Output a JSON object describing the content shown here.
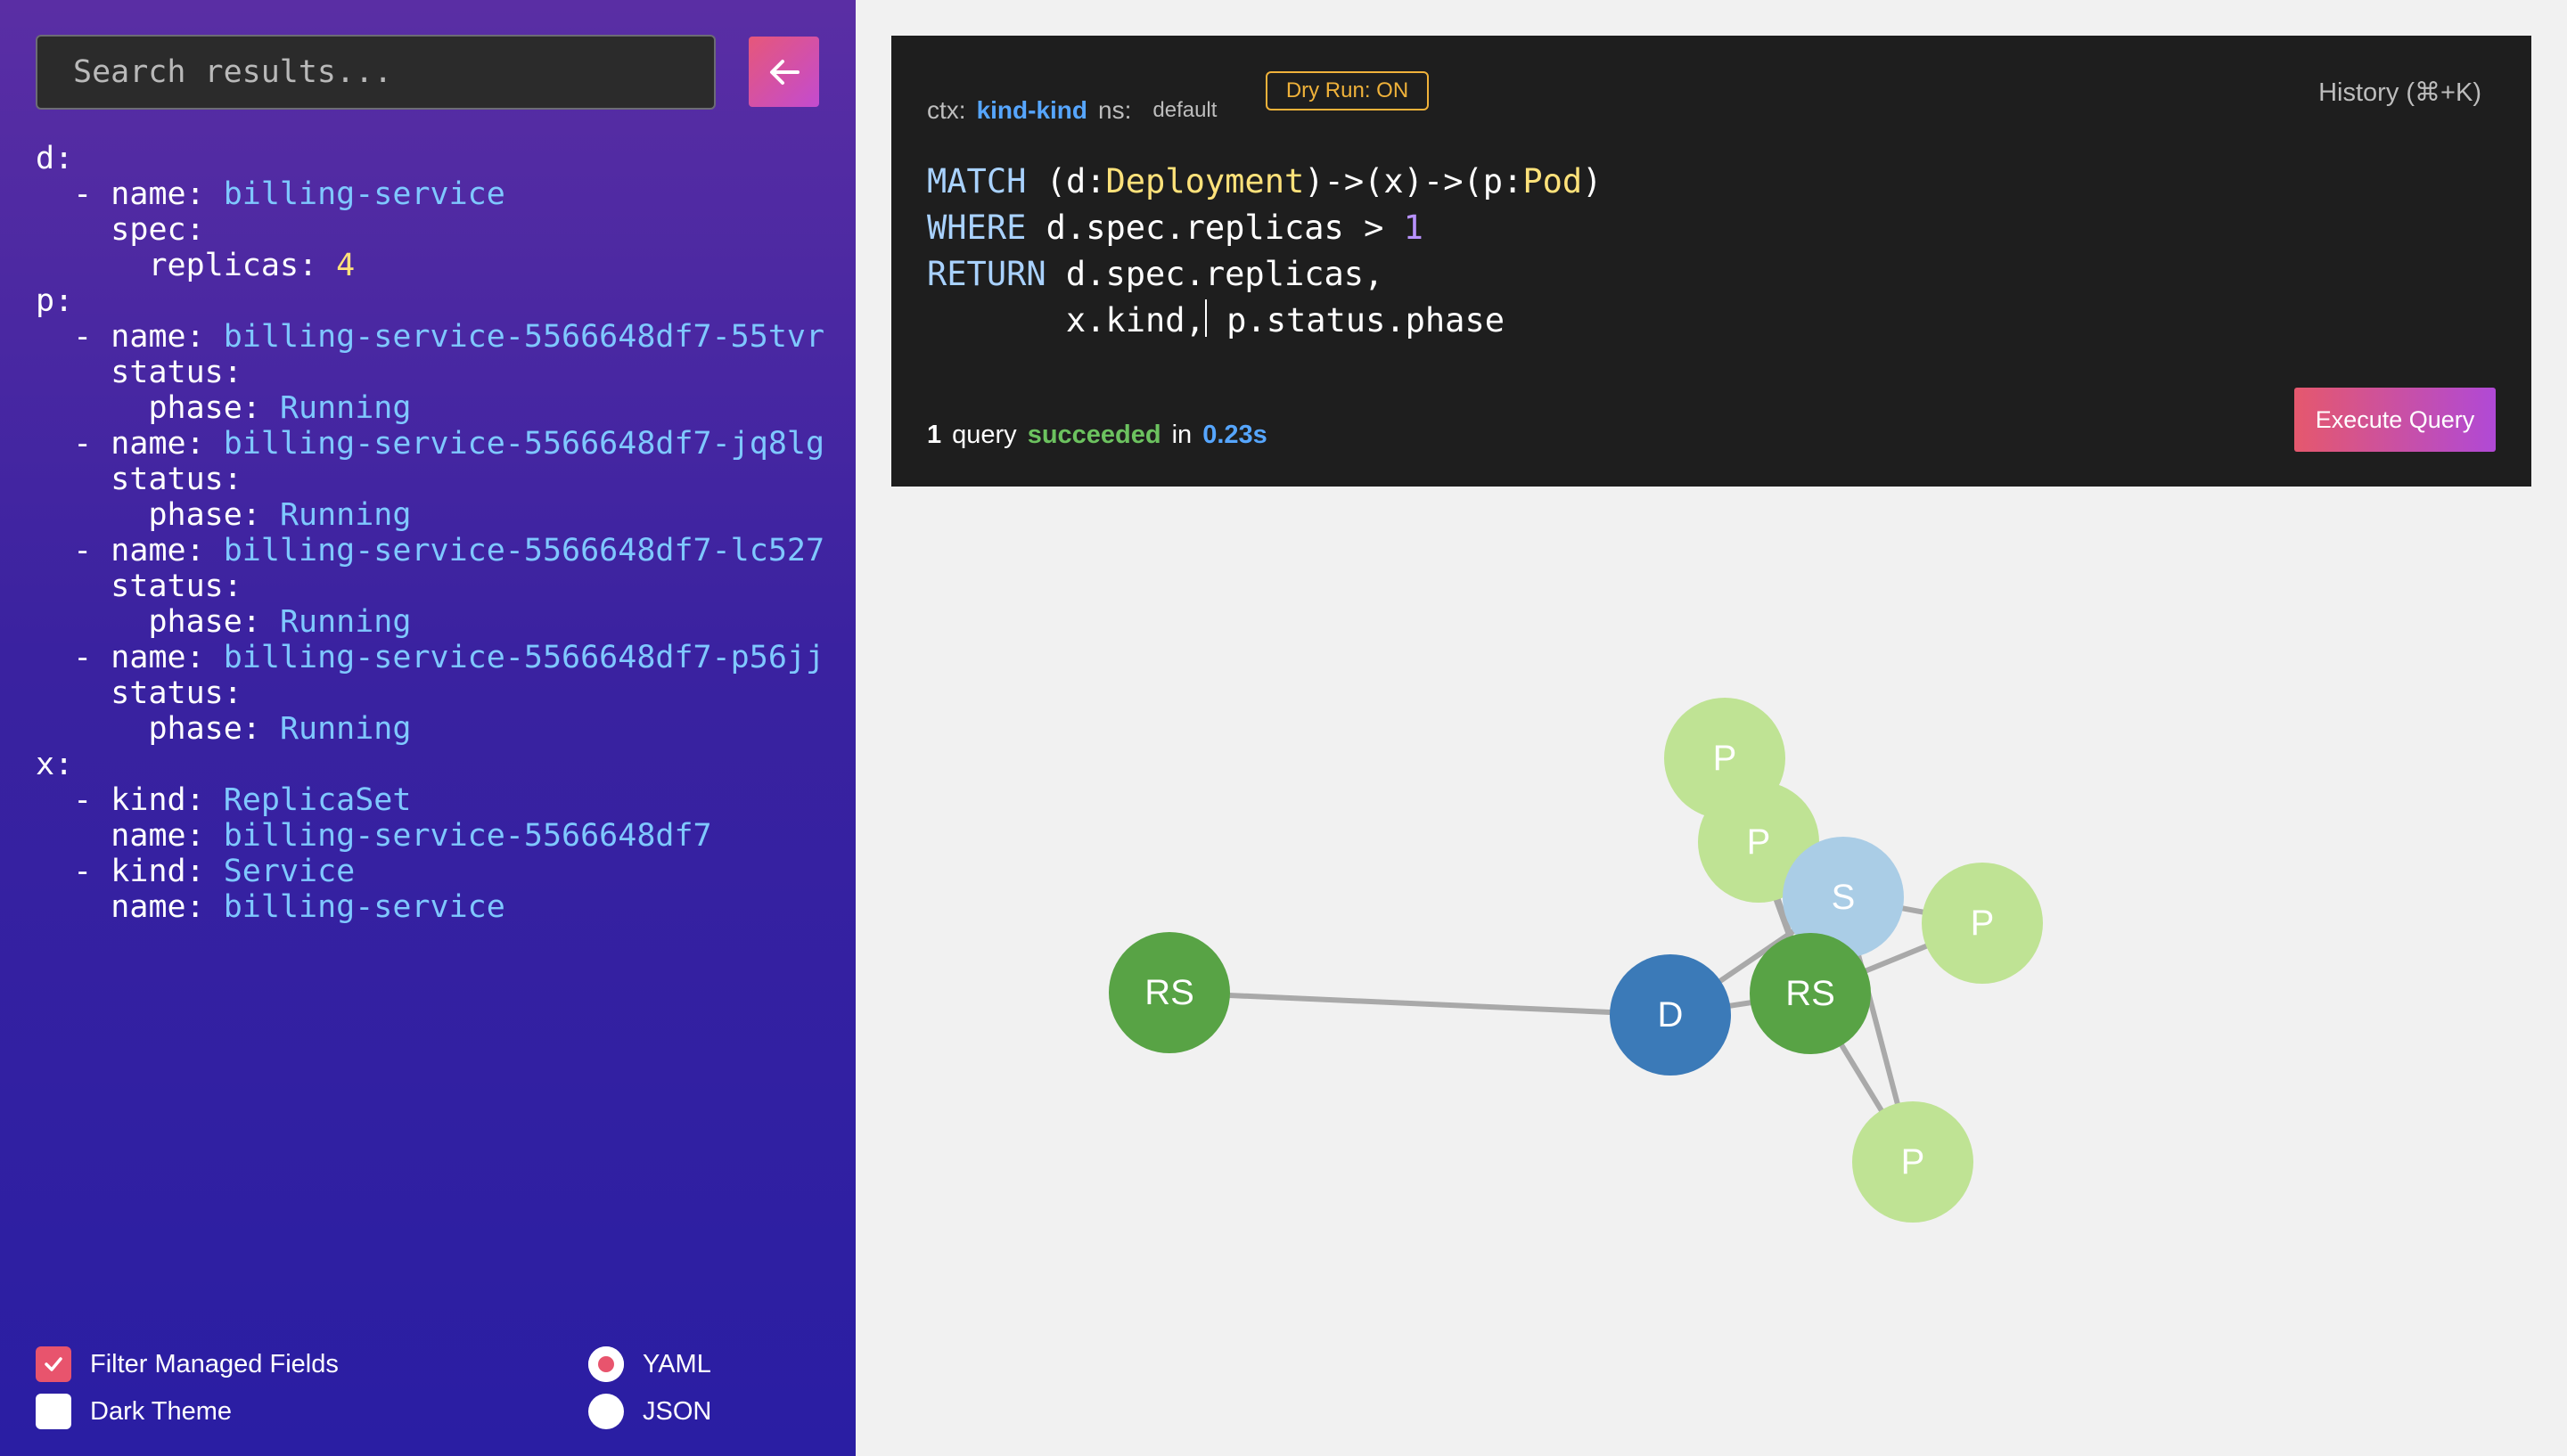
{
  "search": {
    "placeholder": "Search results..."
  },
  "yaml_lines": [
    {
      "indent": 0,
      "key": "d:",
      "value": "",
      "vtype": ""
    },
    {
      "indent": 1,
      "dash": true,
      "key": "name:",
      "value": "billing-service",
      "vtype": "v"
    },
    {
      "indent": 2,
      "key": "spec:",
      "value": "",
      "vtype": ""
    },
    {
      "indent": 3,
      "key": "replicas:",
      "value": "4",
      "vtype": "n"
    },
    {
      "indent": 0,
      "key": "p:",
      "value": "",
      "vtype": ""
    },
    {
      "indent": 1,
      "dash": true,
      "key": "name:",
      "value": "billing-service-5566648df7-55tvr",
      "vtype": "v"
    },
    {
      "indent": 2,
      "key": "status:",
      "value": "",
      "vtype": ""
    },
    {
      "indent": 3,
      "key": "phase:",
      "value": "Running",
      "vtype": "v"
    },
    {
      "indent": 1,
      "dash": true,
      "key": "name:",
      "value": "billing-service-5566648df7-jq8lg",
      "vtype": "v"
    },
    {
      "indent": 2,
      "key": "status:",
      "value": "",
      "vtype": ""
    },
    {
      "indent": 3,
      "key": "phase:",
      "value": "Running",
      "vtype": "v"
    },
    {
      "indent": 1,
      "dash": true,
      "key": "name:",
      "value": "billing-service-5566648df7-lc527",
      "vtype": "v"
    },
    {
      "indent": 2,
      "key": "status:",
      "value": "",
      "vtype": ""
    },
    {
      "indent": 3,
      "key": "phase:",
      "value": "Running",
      "vtype": "v"
    },
    {
      "indent": 1,
      "dash": true,
      "key": "name:",
      "value": "billing-service-5566648df7-p56jj",
      "vtype": "v"
    },
    {
      "indent": 2,
      "key": "status:",
      "value": "",
      "vtype": ""
    },
    {
      "indent": 3,
      "key": "phase:",
      "value": "Running",
      "vtype": "v"
    },
    {
      "indent": 0,
      "key": "x:",
      "value": "",
      "vtype": ""
    },
    {
      "indent": 1,
      "dash": true,
      "key": "kind:",
      "value": "ReplicaSet",
      "vtype": "v"
    },
    {
      "indent": 2,
      "key": "name:",
      "value": "billing-service-5566648df7",
      "vtype": "v"
    },
    {
      "indent": 1,
      "dash": true,
      "key": "kind:",
      "value": "Service",
      "vtype": "v"
    },
    {
      "indent": 2,
      "key": "name:",
      "value": "billing-service",
      "vtype": "v"
    }
  ],
  "options": {
    "filter_managed": {
      "label": "Filter Managed Fields",
      "checked": true
    },
    "dark_theme": {
      "label": "Dark Theme",
      "checked": false
    },
    "yaml": {
      "label": "YAML",
      "selected": true
    },
    "json": {
      "label": "JSON",
      "selected": false
    }
  },
  "editor": {
    "ctx_label": "ctx:",
    "ctx_value": "kind-kind",
    "ns_label": "ns:",
    "ns_value": "default",
    "dry_run": "Dry Run: ON",
    "history": "History (⌘+K)",
    "code": {
      "l1_kw": "MATCH",
      "l1_a": " (d:",
      "l1_t1": "Deployment",
      "l1_b": ")->(x)->(p:",
      "l1_t2": "Pod",
      "l1_c": ")",
      "l2_kw": "WHERE",
      "l2_a": " d.spec.replicas > ",
      "l2_num": "1",
      "l3_kw": "RETURN",
      "l3_a": " d.spec.replicas,",
      "l4_a": "       x.kind,",
      "l4_b": " p.status.phase"
    },
    "status": {
      "count": "1",
      "word1": "query",
      "word2": "succeeded",
      "word3": "in",
      "time": "0.23s"
    },
    "execute_label": "Execute Query"
  },
  "colors": {
    "pod": "#bfe394",
    "service": "#aacde6",
    "replicaset": "#58a345",
    "deployment": "#3b7ab8",
    "edge": "#a9a9a9"
  },
  "graph": {
    "nodes": [
      {
        "id": "p1",
        "label": "P",
        "kind": "pod"
      },
      {
        "id": "p2",
        "label": "P",
        "kind": "pod"
      },
      {
        "id": "p3",
        "label": "P",
        "kind": "pod"
      },
      {
        "id": "p4",
        "label": "P",
        "kind": "pod"
      },
      {
        "id": "s",
        "label": "S",
        "kind": "service"
      },
      {
        "id": "rs1",
        "label": "RS",
        "kind": "replicaset"
      },
      {
        "id": "rs2",
        "label": "RS",
        "kind": "replicaset"
      },
      {
        "id": "d",
        "label": "D",
        "kind": "deployment"
      }
    ],
    "edges": [
      [
        "rs1",
        "d"
      ],
      [
        "d",
        "rs2"
      ],
      [
        "d",
        "s"
      ],
      [
        "s",
        "p1"
      ],
      [
        "s",
        "p2"
      ],
      [
        "s",
        "p3"
      ],
      [
        "s",
        "p4"
      ],
      [
        "rs2",
        "p1"
      ],
      [
        "rs2",
        "p2"
      ],
      [
        "rs2",
        "p3"
      ],
      [
        "rs2",
        "p4"
      ]
    ]
  }
}
